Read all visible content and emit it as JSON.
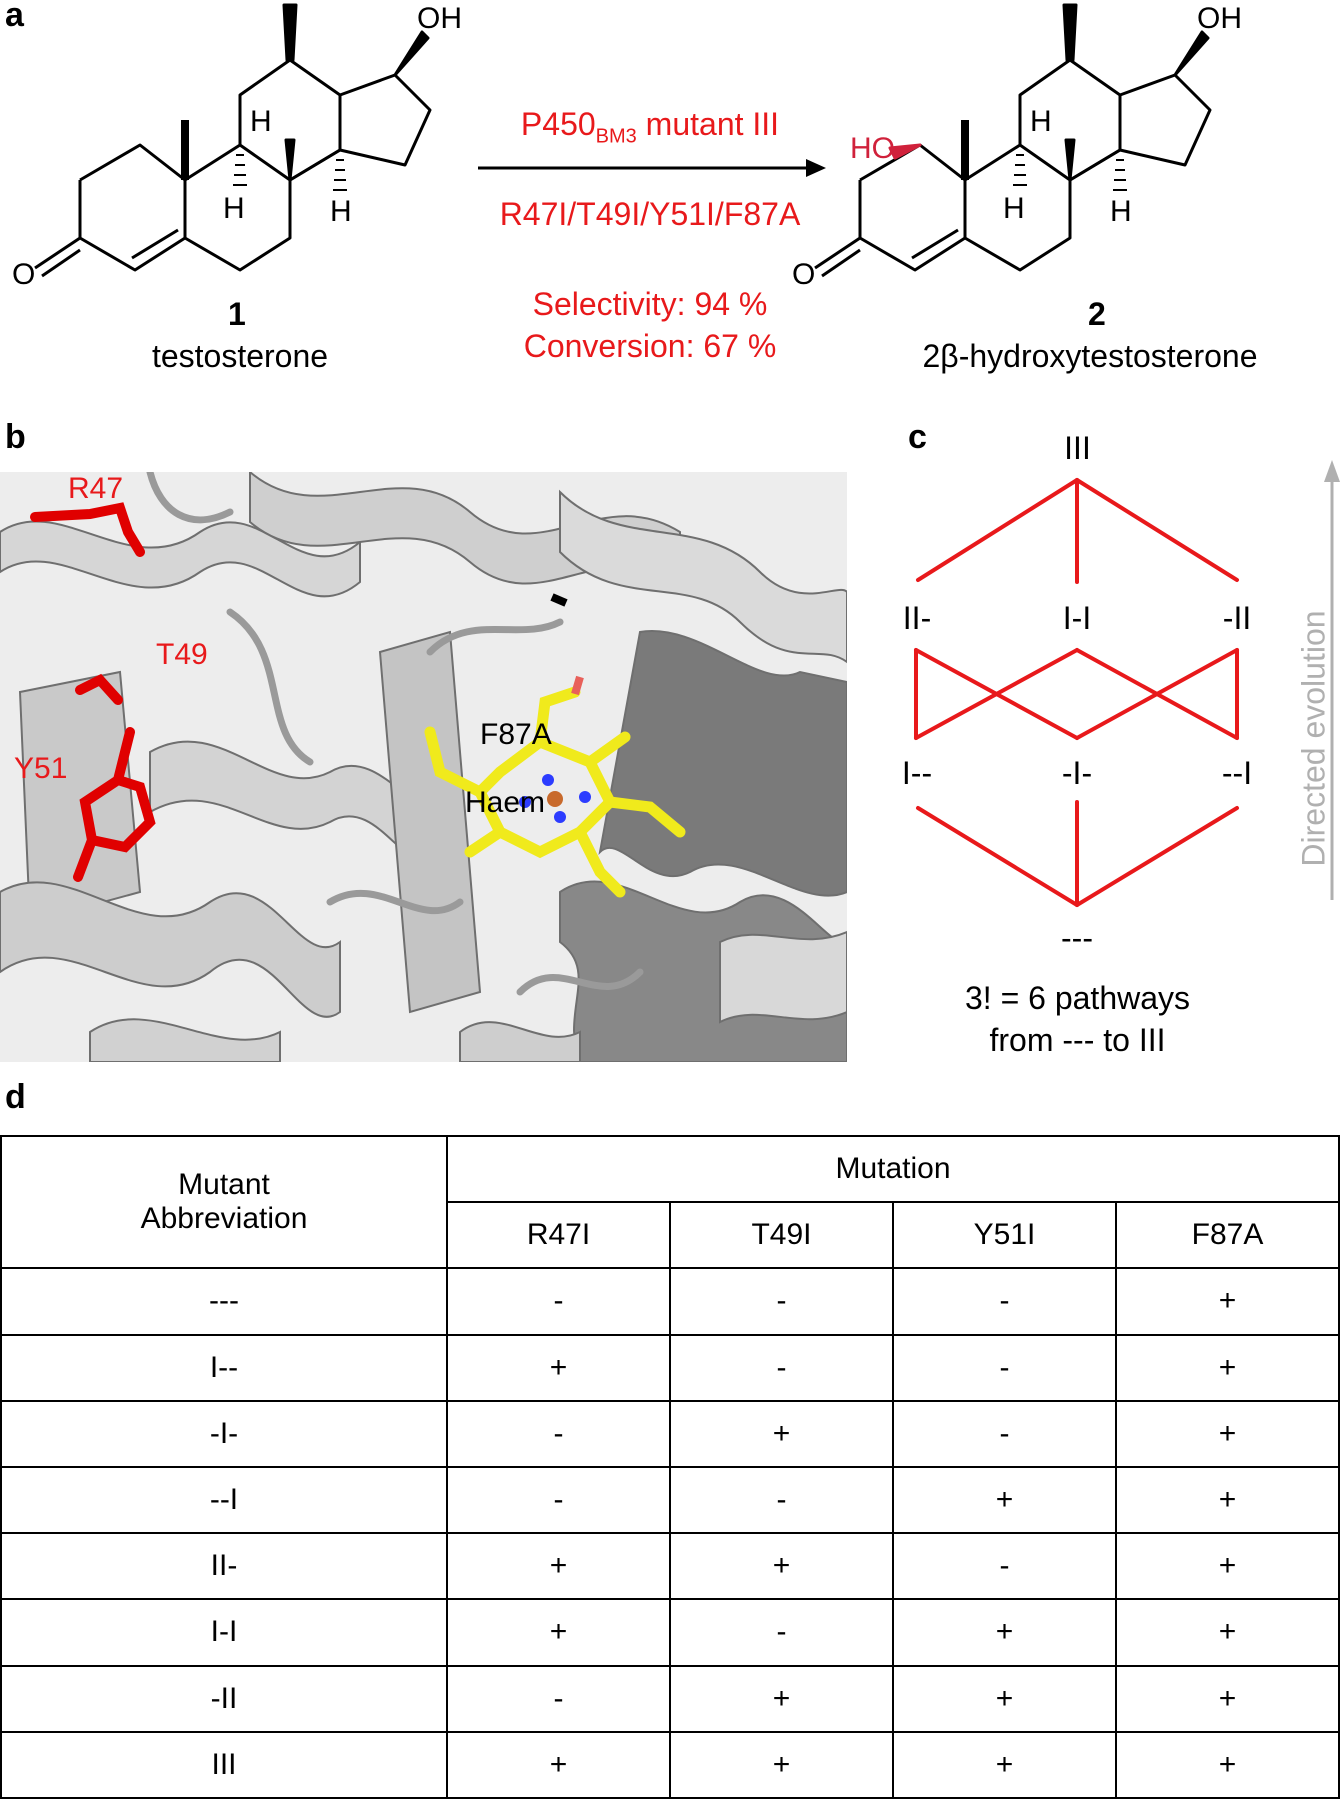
{
  "panels": {
    "a": "a",
    "b": "b",
    "c": "c",
    "d": "d"
  },
  "panel_a": {
    "reagent_main": "P450",
    "reagent_sub": "BM3",
    "reagent_suffix": " mutant III",
    "mutations": "R47I/T49I/Y51I/F87A",
    "selectivity": "Selectivity: 94 %",
    "conversion": "Conversion: 67 %",
    "compound1_number": "1",
    "compound1_name": "testosterone",
    "compound2_number": "2",
    "compound2_name": "2β-hydroxytestosterone",
    "atoms": {
      "oh": "OH",
      "ho": "HO",
      "h": "H",
      "o": "O"
    }
  },
  "panel_b": {
    "labels": {
      "r47": "R47",
      "t49": "T49",
      "y51": "Y51",
      "f87a": "F87A",
      "haem": "Haem"
    }
  },
  "panel_c": {
    "top": "III",
    "level2": [
      "II-",
      "I-I",
      "-II"
    ],
    "level1": [
      "I--",
      "-I-",
      "--I"
    ],
    "bottom": "---",
    "arrow_label": "Directed evolution",
    "caption_line1": "3! = 6 pathways",
    "caption_line2": "from --- to III"
  },
  "panel_d": {
    "header_abbrev_line1": "Mutant",
    "header_abbrev_line2": "Abbreviation",
    "header_mutation": "Mutation",
    "columns": [
      "R47I",
      "T49I",
      "Y51I",
      "F87A"
    ],
    "rows": [
      {
        "abbrev": "---",
        "cells": [
          "-",
          "-",
          "-",
          "+"
        ]
      },
      {
        "abbrev": "I--",
        "cells": [
          "+",
          "-",
          "-",
          "+"
        ]
      },
      {
        "abbrev": "-I-",
        "cells": [
          "-",
          "+",
          "-",
          "+"
        ]
      },
      {
        "abbrev": "--I",
        "cells": [
          "-",
          "-",
          "+",
          "+"
        ]
      },
      {
        "abbrev": "II-",
        "cells": [
          "+",
          "+",
          "-",
          "+"
        ]
      },
      {
        "abbrev": "I-I",
        "cells": [
          "+",
          "-",
          "+",
          "+"
        ]
      },
      {
        "abbrev": "-II",
        "cells": [
          "-",
          "+",
          "+",
          "+"
        ]
      },
      {
        "abbrev": "III",
        "cells": [
          "+",
          "+",
          "+",
          "+"
        ]
      }
    ]
  },
  "colors": {
    "red": "#e8191b",
    "haem_yellow": "#f0ea1c",
    "protein_gray": "#c8c8c8",
    "arrow_gray": "#b0b0b0"
  }
}
